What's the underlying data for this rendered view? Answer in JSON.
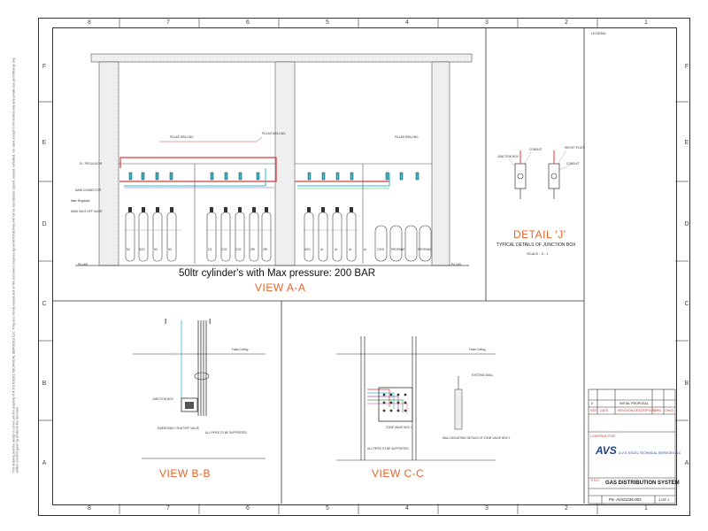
{
  "border": {
    "columns": [
      "8",
      "7",
      "6",
      "5",
      "4",
      "3",
      "2",
      "1"
    ],
    "rows": [
      "F",
      "E",
      "D",
      "C",
      "B",
      "A"
    ]
  },
  "view_aa": {
    "title": "VIEW  A-A",
    "caption": "50ltr cylinder's with Max pressure: 200 BAR",
    "pillar_label": "PILLAR",
    "labels": [
      "PILLAR DRILLING",
      "PILLAR DRILLING",
      "PILLAR DRILLING"
    ],
    "cylinder_tags": [
      "N2",
      "N2O",
      "N2",
      "N2",
      "O2",
      "CO2",
      "CO2",
      "ZRI",
      "ZRI",
      "N2O",
      "Ar",
      "Ar",
      "Ar",
      "Ar",
      "C2H2",
      "PROPANE",
      "PROPANE"
    ]
  },
  "detail_j": {
    "title": "DETAIL 'J'",
    "subtitle": "TYPICAL DETAILS OF JUNCTION BOX",
    "scale": "SCALE - 4 : 1",
    "labels": [
      "JUNCTION BOX",
      "HEIGHT PLATE",
      "CONDUIT",
      "CONDUIT"
    ]
  },
  "view_bb": {
    "title": "VIEW  B-B",
    "marker": "I",
    "labels": [
      "False Ceiling",
      "EMERGENCY SHUTOFF VALVE",
      "JUNCTION BOX",
      "ALL PIPES TO BE SUPPORTED"
    ]
  },
  "view_cc": {
    "title": "VIEW  C-C",
    "labels": [
      "False Ceiling",
      "ZONE VALVE BOX 1",
      "WALL MOUNTING DETAILS OF ZONE VALVE BOX 1",
      "EXISTING WALL",
      "ALL PIPES TO BE SUPPORTED"
    ]
  },
  "legend": {
    "header": "LEGEND:"
  },
  "title_block": {
    "revision_rows": [
      {
        "rev": "0",
        "date": "",
        "desc": "INITIAL PROPOSAL",
        "by": "",
        "chk": ""
      },
      {
        "rev": "REV",
        "date": "DATE",
        "desc": "REVISION DESCRIPTION",
        "by": "DRN",
        "chk": "CHKD"
      }
    ],
    "contractor_label": "CONTRACTOR",
    "company_logo": "AVS",
    "company_name": "A.V.S. EXCEL TECHNICAL SERVICES LLC",
    "drawing_title_label": "TITLE:",
    "drawing_title": "GAS DISTRIBUTION SYSTEM",
    "drawing_number": "PS- AVS/1225-003",
    "sheet": "1 OF 1"
  },
  "side_note": "This drawing and the design it covers are the property of A.V.S EXCEL TECHNICAL SERVICES LLC. They are merely loaned and on the borrower's express agreement that they will not be reproduced, copied, loaned, exhibited, nor used except in the limited way and private use permitted by any written consent given by lender to the borrower.",
  "colors": {
    "accent": "#e8632a",
    "pipe_red": "#d83a3a",
    "pipe_cyan": "#35b8c8",
    "pipe_purple": "#9a4fb0",
    "pipe_green": "#3aa24a",
    "pipe_pink": "#e07ab0"
  }
}
